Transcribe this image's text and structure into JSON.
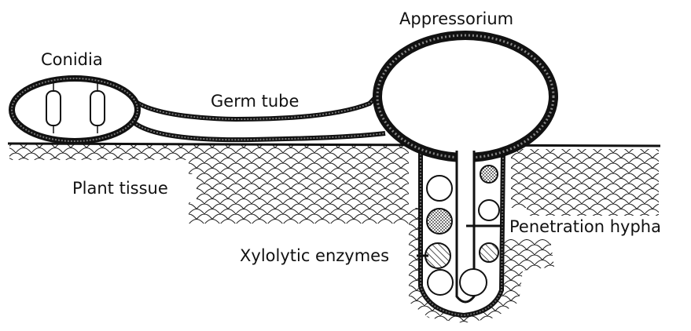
{
  "labels": {
    "appressorium": "Appressorium",
    "conidia": "Conidia",
    "germ_tube": "Germ tube",
    "plant_tissue": "Plant tissue",
    "penetration_hypha": "Penetration hypha",
    "xylolytic_enzymes": "Xylolytic enzymes"
  }
}
